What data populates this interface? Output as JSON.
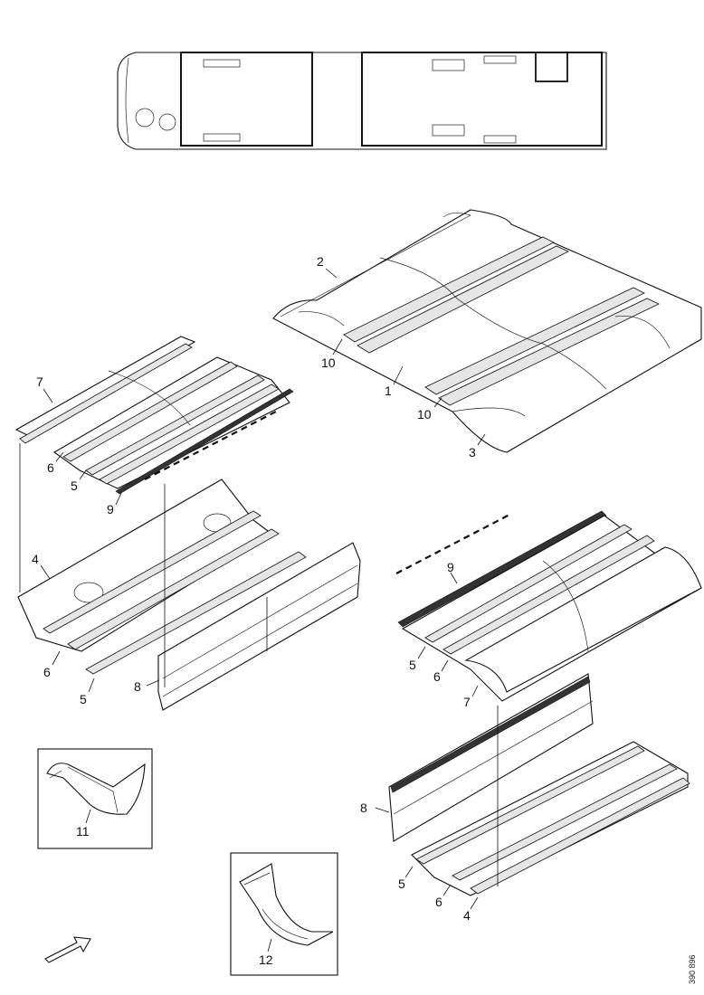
{
  "callouts": {
    "c1": "1",
    "c2": "2",
    "c3": "3",
    "c4a": "4",
    "c4b": "4",
    "c5a": "5",
    "c5b": "5",
    "c5c": "5",
    "c5d": "5",
    "c6a": "6",
    "c6b": "6",
    "c6c": "6",
    "c6d": "6",
    "c7a": "7",
    "c7b": "7",
    "c8a": "8",
    "c8b": "8",
    "c9a": "9",
    "c9b": "9",
    "c10a": "10",
    "c10b": "10",
    "c11": "11",
    "c12": "12"
  },
  "reference_code": "390 896",
  "icons": {
    "direction": "forward-arrow-icon",
    "bus": "bus-top-view-icon"
  }
}
